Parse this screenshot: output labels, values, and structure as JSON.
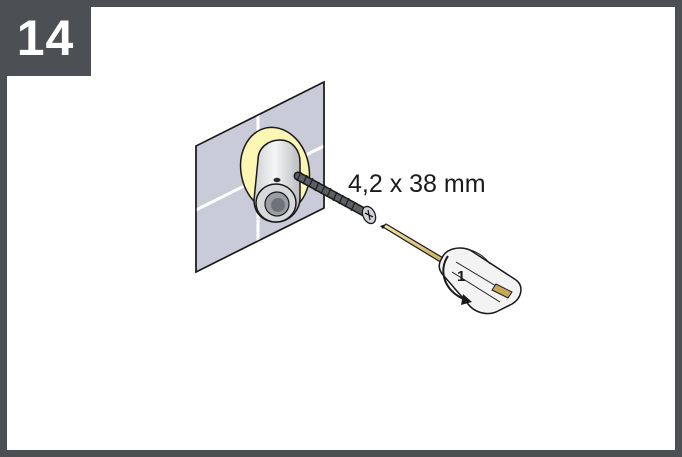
{
  "step": {
    "number": "14"
  },
  "screw": {
    "size_label": "4,2 x 38 mm"
  },
  "screwdriver": {
    "bit_label": "1"
  },
  "colors": {
    "frame": "#4c4f54",
    "tile": "#c9ccd8",
    "tile_grout": "#ffffff",
    "ring": "#fbf6b4",
    "sleeve": "#e7e8ea",
    "outline": "#1a1a1a"
  }
}
